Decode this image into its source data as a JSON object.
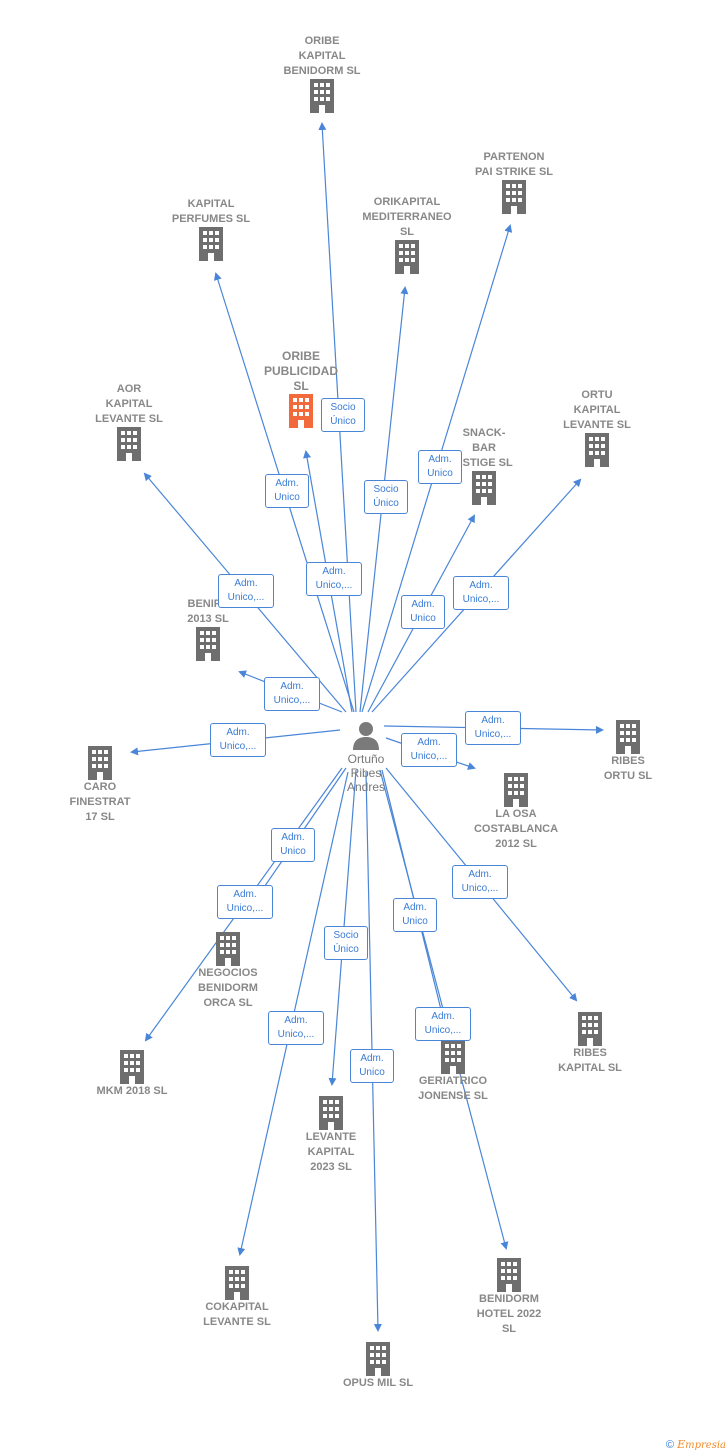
{
  "center": {
    "name": "Ortuño\nRibes\nAndres"
  },
  "nodes": [
    {
      "id": "oribe-kapital-benidorm",
      "label": "ORIBE\nKAPITAL\nBENIDORM  SL"
    },
    {
      "id": "partenon-pai-strike",
      "label": "PARTENON\nPAI STRIKE  SL"
    },
    {
      "id": "kapital-perfumes",
      "label": "KAPITAL\nPERFUMES SL"
    },
    {
      "id": "orikapital-mediterraneo",
      "label": "ORIKAPITAL\nMEDITERRANEO\nSL"
    },
    {
      "id": "oribe-publicidad",
      "label": "ORIBE\nPUBLICIDAD\nSL",
      "highlight": true
    },
    {
      "id": "aor-kapital-levante",
      "label": "AOR\nKAPITAL\nLEVANTE  SL"
    },
    {
      "id": "ortu-kapital-levante",
      "label": "ORTU\nKAPITAL\nLEVANTE  SL"
    },
    {
      "id": "snack-bar-prestige",
      "label": "SNACK-\nBAR\nESTIGE SL"
    },
    {
      "id": "benifruta-2013",
      "label": "BENIFR\n2013  SL"
    },
    {
      "id": "caro-finestrat-17",
      "label": "CARO\nFINESTRAT\n17  SL"
    },
    {
      "id": "ribes-ortu",
      "label": "RIBES\nORTU  SL"
    },
    {
      "id": "la-osa-costablanca",
      "label": "LA OSA\nCOSTABLANCA\n2012 SL"
    },
    {
      "id": "negocios-benidorm-orca",
      "label": "NEGOCIOS\nBENIDORM\nORCA SL"
    },
    {
      "id": "mkm-2018",
      "label": "MKM 2018  SL"
    },
    {
      "id": "levante-kapital-2023",
      "label": "LEVANTE\nKAPITAL\n2023  SL"
    },
    {
      "id": "geriatrico-jonense",
      "label": "GERIATRICO\nJONENSE SL"
    },
    {
      "id": "ribes-kapital",
      "label": "RIBES\nKAPITAL  SL"
    },
    {
      "id": "cokapital-levante",
      "label": "COKAPITAL\nLEVANTE  SL"
    },
    {
      "id": "benidorm-hotel-2022",
      "label": "BENIDORM\nHOTEL 2022\nSL"
    },
    {
      "id": "opus-mil",
      "label": "OPUS MIL SL"
    }
  ],
  "relations": [
    {
      "id": "rel-oribe-publicidad-socio",
      "label": "Socio\nÚnico"
    },
    {
      "id": "rel-orikapital-socio",
      "label": "Socio\nÚnico"
    },
    {
      "id": "rel-partenon-adm",
      "label": "Adm.\nUnico"
    },
    {
      "id": "rel-perfumes-adm",
      "label": "Adm.\nUnico"
    },
    {
      "id": "rel-oribe-publicidad-adm",
      "label": "Adm.\nUnico,..."
    },
    {
      "id": "rel-aor-adm",
      "label": "Adm.\nUnico,..."
    },
    {
      "id": "rel-snack-adm",
      "label": "Adm.\nUnico"
    },
    {
      "id": "rel-ortu-kapital-adm",
      "label": "Adm.\nUnico,..."
    },
    {
      "id": "rel-benifruta-adm",
      "label": "Adm.\nUnico,..."
    },
    {
      "id": "rel-caro-adm",
      "label": "Adm.\nUnico,..."
    },
    {
      "id": "rel-ribes-ortu-adm",
      "label": "Adm.\nUnico,..."
    },
    {
      "id": "rel-la-osa-adm",
      "label": "Adm.\nUnico,..."
    },
    {
      "id": "rel-negocios-adm",
      "label": "Adm.\nUnico"
    },
    {
      "id": "rel-mkm-adm",
      "label": "Adm.\nUnico,..."
    },
    {
      "id": "rel-ribes-kapital-adm",
      "label": "Adm.\nUnico,..."
    },
    {
      "id": "rel-levante-socio",
      "label": "Socio\nÚnico"
    },
    {
      "id": "rel-geriatrico-adm",
      "label": "Adm.\nUnico"
    },
    {
      "id": "rel-cokapital-adm",
      "label": "Adm.\nUnico,..."
    },
    {
      "id": "rel-benidorm-hotel-adm",
      "label": "Adm.\nUnico,..."
    },
    {
      "id": "rel-opus-adm",
      "label": "Adm.\nUnico"
    }
  ],
  "colors": {
    "edge": "#4a86d8",
    "building": "#6e6e6e",
    "highlight": "#f26a3b",
    "person": "#7a7a7a"
  },
  "footer": {
    "copyright": "©",
    "brand_e": "E",
    "brand_rest": "mpresia"
  }
}
